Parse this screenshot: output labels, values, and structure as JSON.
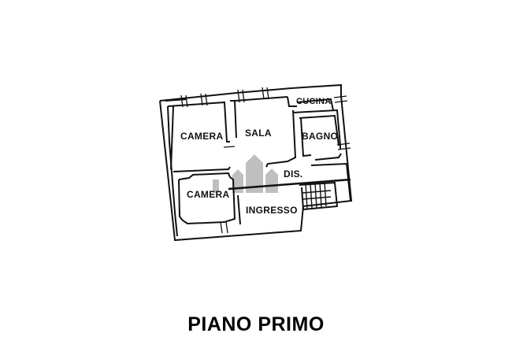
{
  "title": "PIANO PRIMO",
  "rooms": [
    {
      "id": "camera-1",
      "label": "CAMERA"
    },
    {
      "id": "sala",
      "label": "SALA"
    },
    {
      "id": "cucina",
      "label": "CUCINA"
    },
    {
      "id": "bagno",
      "label": "BAGNO"
    },
    {
      "id": "dis",
      "label": "DIS."
    },
    {
      "id": "camera-2",
      "label": "CAMERA"
    },
    {
      "id": "ingresso",
      "label": "INGRESSO"
    }
  ],
  "watermark": {
    "icon": "houses-logo-icon",
    "color": "#b5b5b5"
  },
  "colors": {
    "wall": "#111111",
    "background": "#ffffff"
  }
}
